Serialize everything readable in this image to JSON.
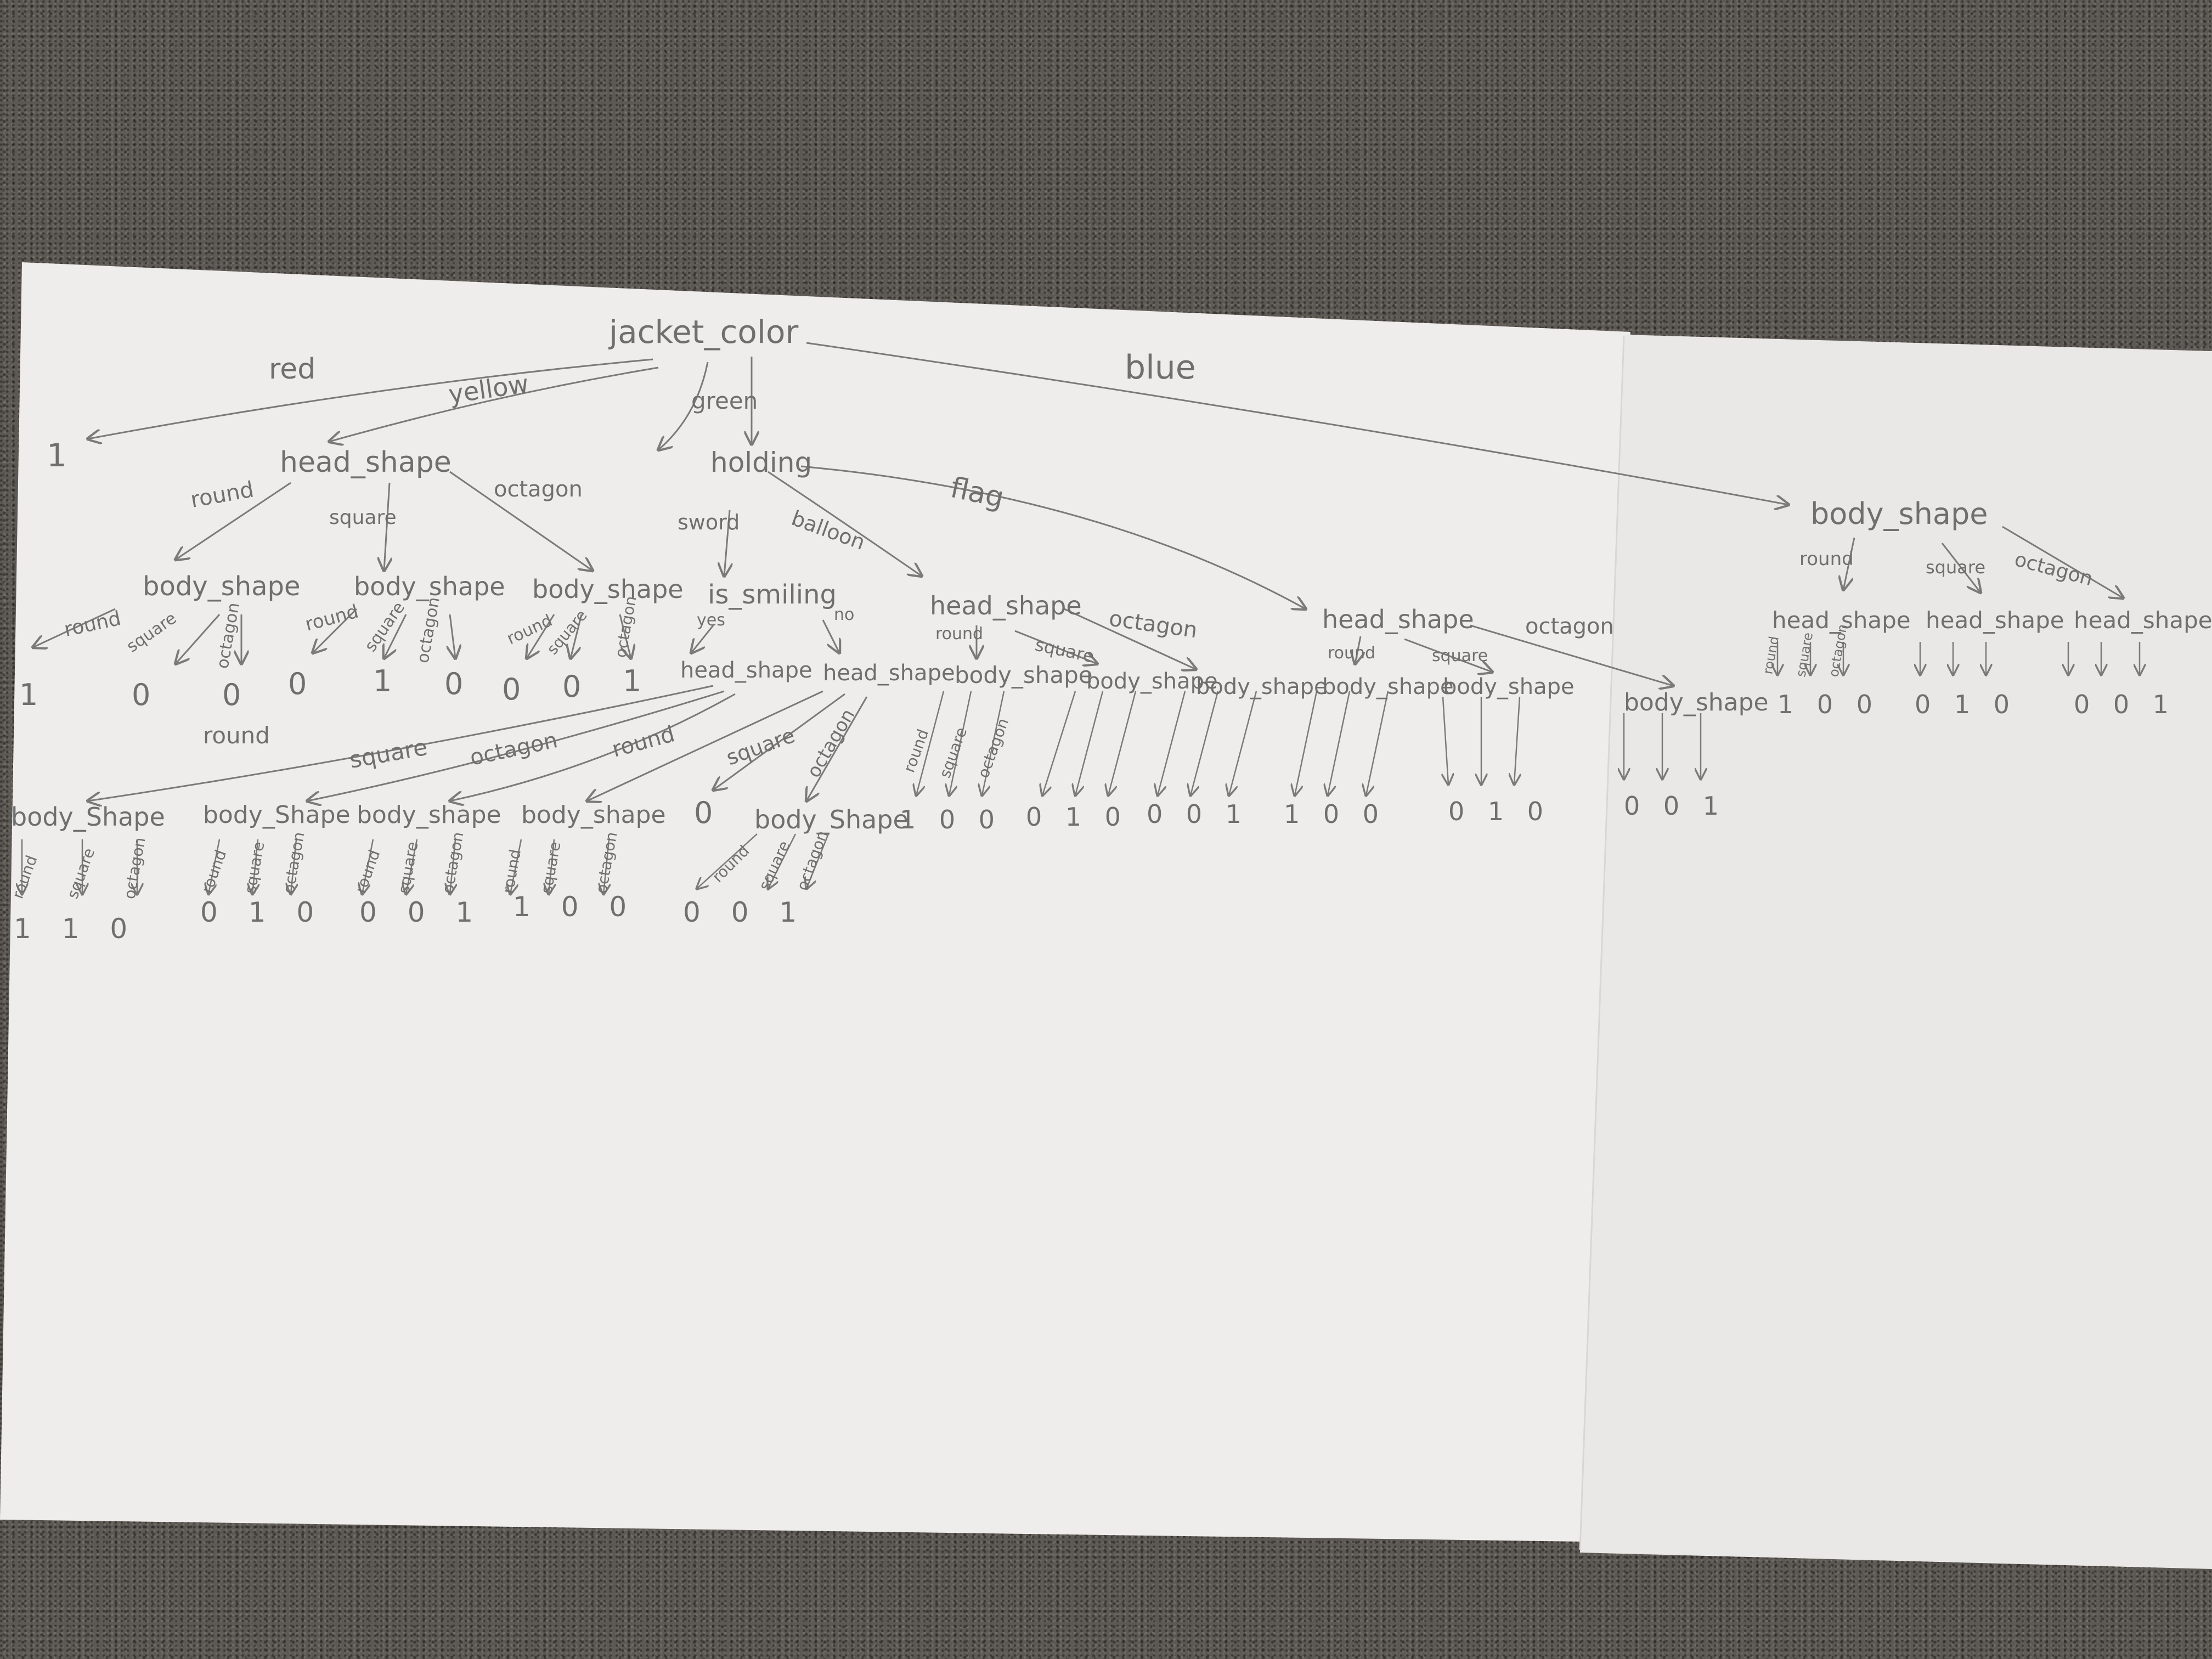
{
  "scene": {
    "carpet_color": "#5c5854",
    "paper_color": "#f1f0ee",
    "pencil_color": "#6f6f6f"
  },
  "texts": {
    "root": "jacket_color",
    "e_red": "red",
    "e_yellow": "yellow",
    "e_green": "green",
    "e_blue": "blue",
    "red_leaf": "1",
    "y_head": "head_shape",
    "y_round": "round",
    "y_square": "square",
    "y_octagon": "octagon",
    "y_bs1": "body_shape",
    "y_bs2": "body_shape",
    "y_bs3": "body_shape",
    "y_bs1_round": "round",
    "y_bs1_square": "square",
    "y_bs1_octagon": "octagon",
    "y_bs2_round": "round",
    "y_bs2_square": "square",
    "y_bs2_octagon": "octagon",
    "y_bs3_round": "round",
    "y_bs3_square": "square",
    "y_bs3_octagon": "octagon",
    "y_leaf1": "1",
    "y_leaf2": "0",
    "y_leaf3": "0",
    "y_leaf4": "0",
    "y_leaf5": "1",
    "y_leaf6": "0",
    "y_leaf7": "0",
    "y_leaf8": "0",
    "y_leaf9": "1",
    "g_holding": "holding",
    "g_sword": "sword",
    "g_balloon": "balloon",
    "g_flag": "flag",
    "g_is_smiling": "is_smiling",
    "g_yes": "yes",
    "g_no": "no",
    "g_hs_yes": "head_shape",
    "g_hs_no": "head_shape",
    "g_round_a": "round",
    "g_square_a": "square",
    "g_octagon_a": "octagon",
    "g_round_b": "round",
    "g_square_b": "square",
    "g_octagon_b": "octagon",
    "g_bs_a": "body_Shape",
    "g_bs_b": "body_Shape",
    "g_bs_c": "body_shape",
    "g_bs_d": "body_shape",
    "g_bs_e": "body_Shape",
    "g_leaf_0": "0",
    "g_lw_round1": "round",
    "g_lw_square1": "square",
    "g_lw_octagon1": "octagon",
    "g_lw_round2": "round",
    "g_lw_square2": "square",
    "g_lw_octagon2": "octagon",
    "g_lw_round3": "round",
    "g_lw_square3": "square",
    "g_lw_octagon3": "octagon",
    "g_lw_round4": "round",
    "g_lw_square4": "square",
    "g_lw_octagon4": "octagon",
    "g_lw_round5": "round",
    "g_lw_square5": "square",
    "g_lw_octagon5": "octagon",
    "g_bottom_leaves_1": "1 1 0",
    "g_bottom_leaves_2": "0 1 0",
    "g_bottom_leaves_3": "0 0 1",
    "g_bottom_leaves_4": "1 0 0",
    "g_bottom_leaves_5": "0 0 1",
    "b_hs_balloon": "head_shape",
    "b_round": "round",
    "b_square": "square",
    "b_octagon": "octagon",
    "b_bs1": "body_shape",
    "b_bs2": "body_shape",
    "b_bs3": "body_shape",
    "b_leaves1": "1 0 0",
    "b_leaves2": "0 1 0",
    "b_leaves3": "0 0 1",
    "f_hs": "head_shape",
    "f_round": "round",
    "f_square": "square",
    "f_octagon": "octagon",
    "f_bs1": "body_shape",
    "f_bs2": "body_shape",
    "f_bs3": "body_shape",
    "f_leaves1": "1 0 0",
    "f_leaves2": "0 1 0",
    "f_leaves3": "0 0 1",
    "mid_round": "round",
    "mid_square": "square",
    "mid_octagon": "octagon",
    "bl_body": "body_shape",
    "bl_round": "round",
    "bl_square": "square",
    "bl_octagon": "octagon",
    "bl_hs1": "head_shape",
    "bl_hs2": "head_shape",
    "bl_hs3": "head_shape",
    "bl_sub_round": "round",
    "bl_sub_square": "square",
    "bl_sub_octagon": "octagon",
    "bl_leaves1": "1 0 0",
    "bl_leaves2": "0 1 0",
    "bl_leaves3": "0 0 1"
  }
}
